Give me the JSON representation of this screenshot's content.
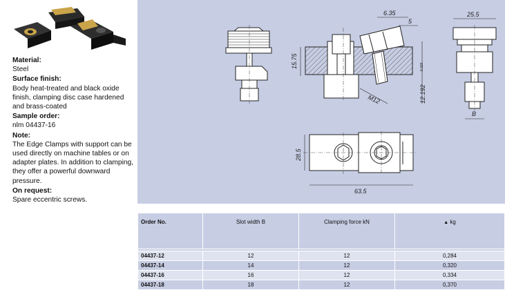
{
  "left": {
    "material_label": "Material:",
    "material_value": "Steel",
    "finish_label": "Surface finish:",
    "finish_value": "Body heat-treated and black oxide finish, clamping disc case hardened and brass-coated",
    "sample_label": "Sample order:",
    "sample_value": "nlm 04437-16",
    "note_label": "Note:",
    "note_value": "The Edge Clamps with support can be used directly on machine tables or on adapter plates. In addition to clamping, they offer a powerful downward pressure.",
    "request_label": "On request:",
    "request_value": "Spare eccentric screws."
  },
  "drawing": {
    "dim_635": "6.35",
    "dim_5": "5",
    "dim_255": "25.5",
    "dim_1575": "15.75",
    "dim_m12": "M12",
    "dim_12192": "12.192",
    "dim_tol": "-0.025",
    "dim_b": "B",
    "dim_285": "28.5",
    "dim_635b": "63.5"
  },
  "table": {
    "headers": [
      "Order No.",
      "Slot width B",
      "Clamping force kN",
      "kg"
    ],
    "header_weight_icon": "weight-icon",
    "rows": [
      [
        "04437-12",
        "12",
        "12",
        "0,284"
      ],
      [
        "04437-14",
        "14",
        "12",
        "0,320"
      ],
      [
        "04437-16",
        "16",
        "12",
        "0,334"
      ],
      [
        "04437-18",
        "18",
        "12",
        "0,370"
      ]
    ]
  },
  "colors": {
    "panel": "#c7cde3",
    "row_light": "#dfe3ef",
    "brass": "#c9a44a"
  }
}
